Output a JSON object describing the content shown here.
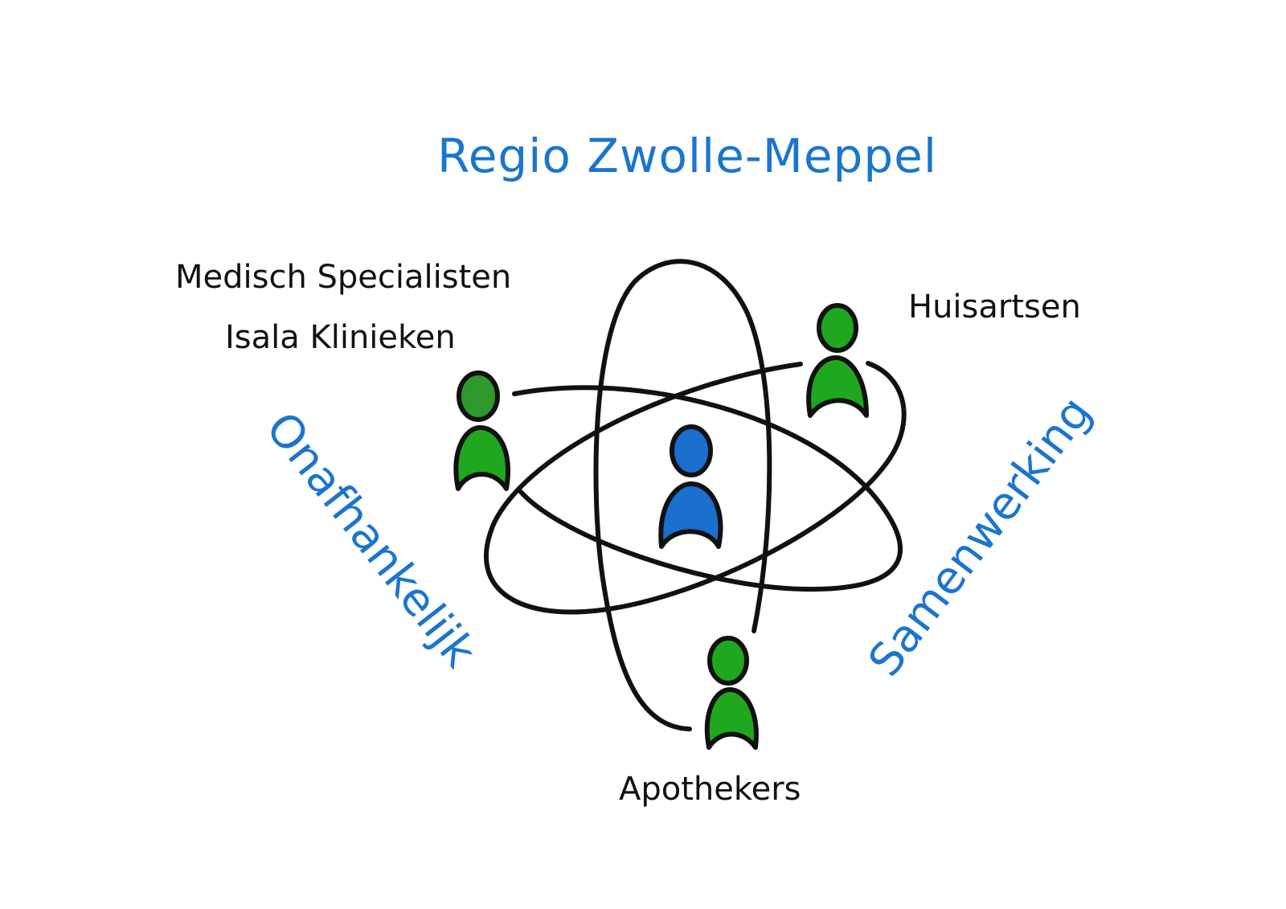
{
  "diagram": {
    "title": "Regio Zwolle-Meppel",
    "labels": {
      "medisch_specialisten": "Medisch Specialisten",
      "isala_klinieken": "Isala Klinieken",
      "huisartsen": "Huisartsen",
      "apothekers": "Apothekers",
      "onafhankelijk": "Onafhankelijk",
      "samenwerking": "Samenwerking"
    },
    "nodes": [
      {
        "id": "center",
        "role": "central person",
        "icon": "person-icon",
        "color": "#1a6fcf"
      },
      {
        "id": "medisch",
        "role": "Medisch Specialisten / Isala Klinieken",
        "icon": "person-icon",
        "color": "#2e9a2e"
      },
      {
        "id": "huisartsen",
        "role": "Huisartsen",
        "icon": "person-icon",
        "color": "#1fa81f"
      },
      {
        "id": "apothekers",
        "role": "Apothekers",
        "icon": "person-icon",
        "color": "#1fa81f"
      }
    ],
    "colors": {
      "accent_blue": "#1a75cf",
      "text_black": "#111111",
      "orbit_stroke": "#111111",
      "person_blue": "#1a6fcf",
      "person_green": "#1fa81f",
      "person_green_dark": "#2e9a2e"
    }
  }
}
